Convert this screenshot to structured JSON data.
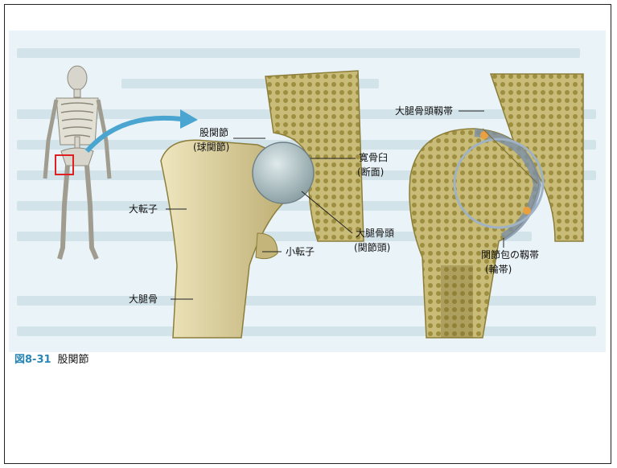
{
  "labels": {
    "hip_joint": "股関節",
    "hip_joint_type": "(球関節)",
    "acetabulum": "寛骨臼",
    "acetabulum_section": "(断面)",
    "greater_trochanter": "大転子",
    "lesser_trochanter": "小転子",
    "femoral_head": "大腿骨頭",
    "femoral_head_alt": "(関節頭)",
    "femur": "大腿骨",
    "ligament_head": "大腿骨頭靱帯",
    "capsule_ligament": "関節包の靱帯",
    "capsule_ligament_alt": "(輪帯)"
  },
  "caption": {
    "number": "図8-31",
    "title": "股関節"
  },
  "colors": {
    "plate": "#eaf4f8",
    "bone": "#d9cf9a",
    "head": "#aebfc2",
    "accent_blue": "#2a86b4",
    "highlight_box": "#e02020"
  }
}
